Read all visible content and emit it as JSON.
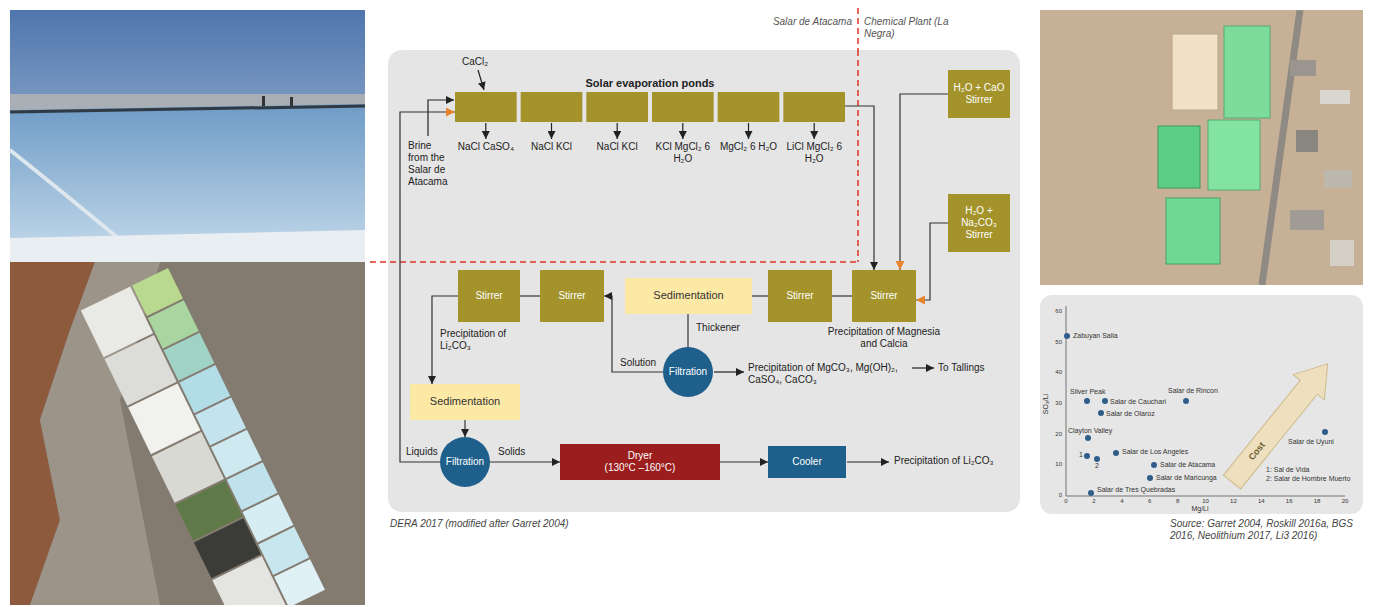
{
  "diagram": {
    "nodes": [
      {
        "text": [
          "Solar evaporation ponds"
        ]
      },
      {
        "text": [
          "H₂O + CaO Stirrer"
        ]
      },
      {
        "text": [
          "H₂O + Na₂CO₃ Stirrer"
        ]
      },
      {
        "text": [
          "Stirrer"
        ]
      },
      {
        "text": [
          "Stirrer"
        ]
      },
      {
        "text": [
          "Sedimentation"
        ]
      },
      {
        "text": [
          "Stirrer"
        ]
      },
      {
        "text": [
          "Stirrer"
        ]
      },
      {
        "text": [
          "Filtration"
        ]
      },
      {
        "text": [
          "Sedimentation"
        ]
      },
      {
        "text": [
          "Filtration"
        ]
      },
      {
        "text": [
          "Dryer",
          "(130°C –160°C)"
        ]
      },
      {
        "text": [
          "Cooler"
        ]
      }
    ],
    "edges": [
      {
        "from": 0,
        "to": 7,
        "arrow": "to"
      },
      {
        "from": 1,
        "to": 7,
        "arrow": "to"
      },
      {
        "from": 2,
        "to": 7,
        "arrow": "to"
      },
      {
        "from": 7,
        "to": 6,
        "arrow": "none"
      },
      {
        "from": 6,
        "to": 5,
        "arrow": "none"
      },
      {
        "from": 5,
        "to": 8,
        "arrow": "none",
        "label": "Thickener"
      },
      {
        "from": 8,
        "to": 4,
        "arrow": "to",
        "label": "Solution"
      },
      {
        "from": 4,
        "to": 3,
        "arrow": "none"
      },
      {
        "from": 3,
        "to": 9,
        "arrow": "to"
      },
      {
        "from": 9,
        "to": 10,
        "arrow": "to"
      },
      {
        "from": 10,
        "to": 0,
        "arrow": "to",
        "label": "Liquids"
      },
      {
        "from": 10,
        "to": 11,
        "arrow": "to",
        "label": "Solids"
      },
      {
        "from": 11,
        "to": 12,
        "arrow": "to"
      }
    ],
    "labels": [
      "Salar de Atacama",
      "Chemical Plant (La Negra)",
      "CaCl₂",
      "Brine from the Salar de Atacama",
      "NaCl CaSO₄",
      "NaCl KCl",
      "NaCl KCl",
      "KCl MgCl₂ 6 H₂O",
      "MgCl₂ 6 H₂O",
      "LiCl MgCl₂ 6 H₂O",
      "Precipitation of Li₂CO₃",
      "Precipitation of Magnesia and Calcia",
      "Precipitation of MgCO₃, Mg(OH)₂, CaSO₄, CaCO₃",
      "To Tallings",
      "Precipitation of Li₂CO₃",
      "DERA 2017 (modified after Garret 2004)",
      "Source: Garret 2004, Roskill 2016a, BGS 2016, Neolithium 2017, Li3 2016)",
      "Cost",
      "Zabuyan Salia",
      "Silver Peak",
      "Salar de Cauchari",
      "Salar de Rincon",
      "Salar de Olaroz",
      "Clayton Valley",
      "1",
      "2",
      "Salar de Los Angeles",
      "Salar de Atacama",
      "Salar de Maricunga",
      "Salar de Tres Quebradas",
      "Salar de Uyuni",
      "1: Sal de Vida",
      "2: Salar de Hombre Muerto",
      "SO₄/Li",
      "Mg/Li",
      "0",
      "10",
      "20",
      "30",
      "40",
      "50",
      "60",
      "0",
      "2",
      "4",
      "6",
      "8",
      "10",
      "12",
      "14",
      "16",
      "18",
      "20"
    ]
  }
}
